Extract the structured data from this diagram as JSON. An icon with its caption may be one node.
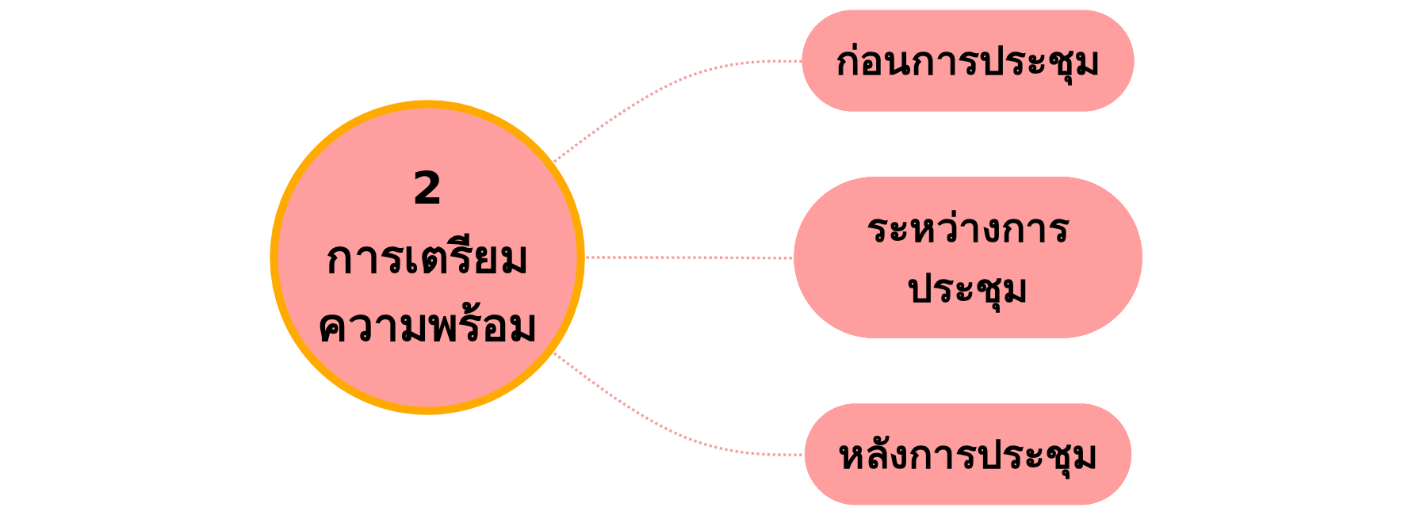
{
  "diagram": {
    "nodes": [
      {
        "text": [
          "2",
          "การเตรียมความพร้อม"
        ]
      },
      {
        "text": [
          "ก่อนการประชุม"
        ]
      },
      {
        "text": [
          "ระหว่างการประชุม"
        ]
      },
      {
        "text": [
          "หลังการประชุม"
        ]
      }
    ],
    "edges": [
      {
        "from": 0,
        "to": 1,
        "arrow": "none"
      },
      {
        "from": 0,
        "to": 2,
        "arrow": "none"
      },
      {
        "from": 0,
        "to": 3,
        "arrow": "none"
      }
    ]
  }
}
